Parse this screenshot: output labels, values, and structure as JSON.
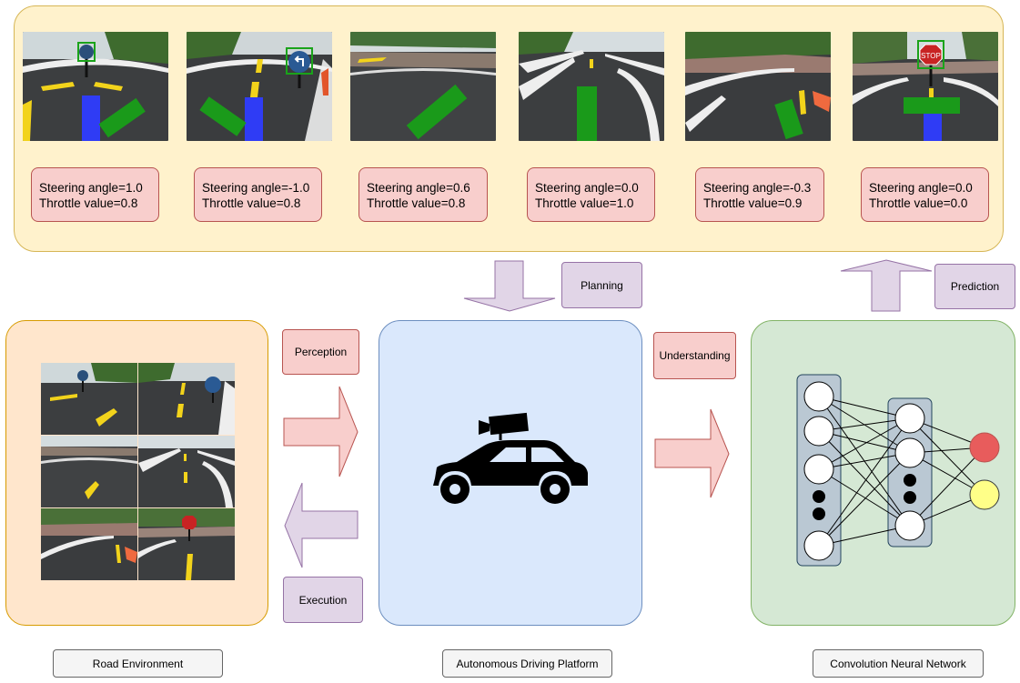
{
  "frames": [
    {
      "steering_label": "Steering angle=1.0",
      "throttle_label": "Throttle value=0.8"
    },
    {
      "steering_label": "Steering angle=-1.0",
      "throttle_label": "Throttle value=0.8"
    },
    {
      "steering_label": "Steering angle=0.6",
      "throttle_label": "Throttle value=0.8"
    },
    {
      "steering_label": "Steering angle=0.0",
      "throttle_label": "Throttle value=1.0"
    },
    {
      "steering_label": "Steering angle=-0.3",
      "throttle_label": "Throttle value=0.9"
    },
    {
      "steering_label": "Steering angle=0.0",
      "throttle_label": "Throttle value=0.0"
    }
  ],
  "tags": {
    "planning": "Planning",
    "prediction": "Prediction",
    "perception": "Perception",
    "understanding": "Understanding",
    "execution": "Execution"
  },
  "captions": {
    "road_environment": "Road Environment",
    "platform": "Autonomous Driving Platform",
    "cnn": "Convolution Neural Network"
  },
  "stop_sign_text": "STOP",
  "colors": {
    "top_panel_fill": "#fff2cc",
    "red_fill": "#f8cecc",
    "purple_fill": "#e1d5e7",
    "platform_fill": "#dae8fc",
    "cnn_fill": "#d5e8d4",
    "env_fill": "#ffe6cc",
    "output_red": "#e85c5c",
    "output_yellow": "#ffff88",
    "overlay_blue": "#2f3cf5",
    "overlay_green": "#1a9a1a"
  }
}
